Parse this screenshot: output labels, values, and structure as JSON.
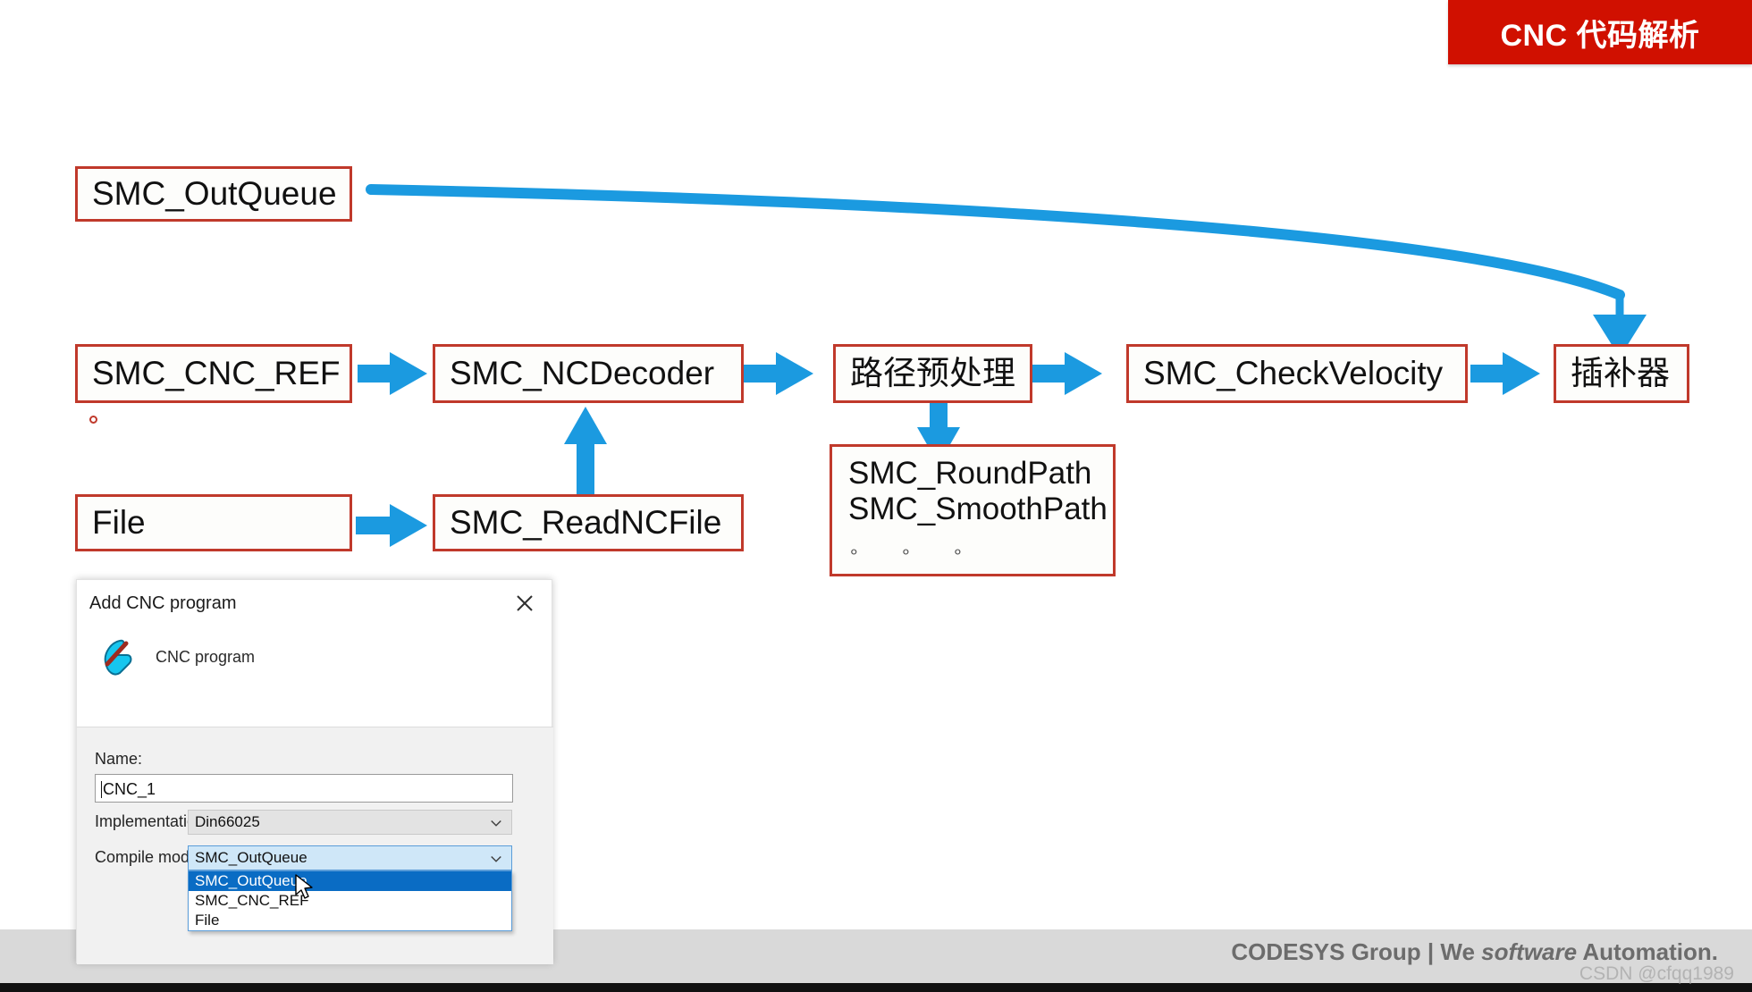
{
  "banner": {
    "text": "CNC 代码解析",
    "color": "#d01000"
  },
  "diagram": {
    "accent_box_border": "#c0392b",
    "accent_arrow": "#1b9ae0",
    "nodes": [
      {
        "id": "smc-outqueue",
        "label": "SMC_OutQueue"
      },
      {
        "id": "smc-cnc-ref",
        "label": "SMC_CNC_REF"
      },
      {
        "id": "smc-ncdecoder",
        "label": "SMC_NCDecoder"
      },
      {
        "id": "path-preprocess",
        "label": "路径预处理"
      },
      {
        "id": "smc-checkvelocity",
        "label": "SMC_CheckVelocity"
      },
      {
        "id": "interpolator",
        "label": "插补器"
      },
      {
        "id": "file",
        "label": "File"
      },
      {
        "id": "smc-readncfile",
        "label": "SMC_ReadNCFile"
      }
    ],
    "path_node": {
      "line1": "SMC_RoundPath",
      "line2": "SMC_SmoothPath",
      "dots": "∘  ∘  ∘"
    }
  },
  "dialog": {
    "title": "Add CNC program",
    "close_label": "×",
    "icon_label": "CNC program",
    "name_label": "Name:",
    "name_value": "CNC_1",
    "implementation_label": "Implementation:",
    "implementation_value": "Din66025",
    "compile_mode_label": "Compile mode:",
    "compile_mode_value": "SMC_OutQueue",
    "compile_mode_options": [
      "SMC_OutQueue",
      "SMC_CNC_REF",
      "File"
    ]
  },
  "footer": {
    "brand_pre": "CODESYS Group | We ",
    "brand_em": "software",
    "brand_post": " Automation.",
    "watermark": "CSDN @cfqq1989"
  }
}
